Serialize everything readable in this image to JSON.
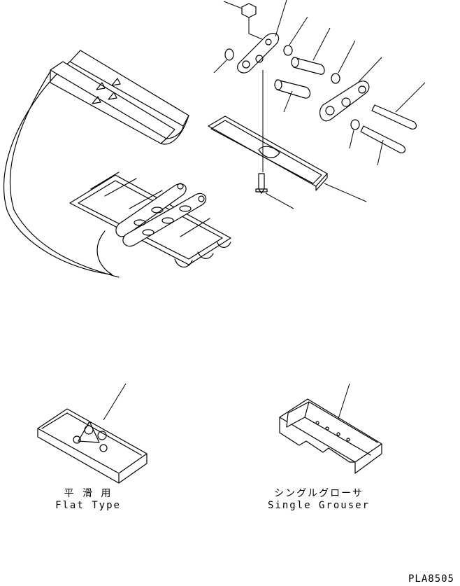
{
  "captions": {
    "flat_type_jp": "平 滑 用",
    "flat_type_en": "Flat Type",
    "single_grouser_jp": "シングルグローサ",
    "single_grouser_en": "Single Grouser"
  },
  "drawing_code": "PLA8505"
}
